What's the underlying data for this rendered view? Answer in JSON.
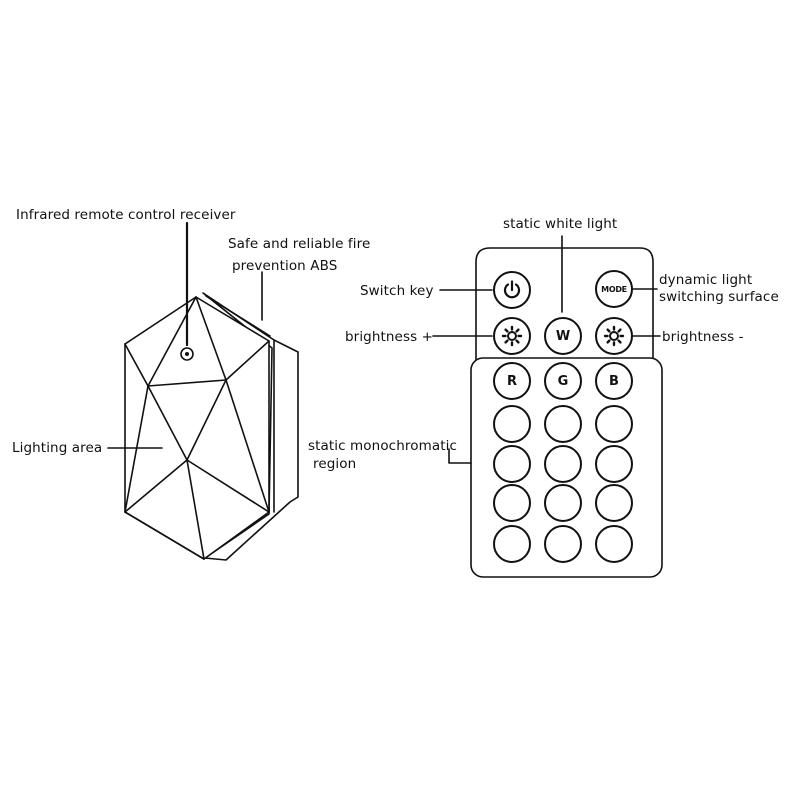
{
  "labels": {
    "ir_receiver": "Infrared remote control receiver",
    "abs_line1": "Safe and reliable fire",
    "abs_line2": "prevention ABS",
    "lighting_area": "Lighting area",
    "static_white": "static white light",
    "switch_key": "Switch key",
    "dynamic_line1": "dynamic light",
    "dynamic_line2": "switching surface",
    "brightness_plus": "brightness +",
    "brightness_minus": "brightness -",
    "mono_line1": "static monochromatic",
    "mono_line2": "region"
  },
  "remote": {
    "top_row": {
      "mode_label": "MODE"
    },
    "second_row": {
      "white_label": "W"
    },
    "rgb_row": [
      "R",
      "G",
      "B"
    ]
  },
  "icons": {
    "power": "power-icon",
    "brightness_up": "brightness-up-icon",
    "brightness_down": "brightness-down-icon"
  },
  "colors": {
    "ink": "#111111",
    "background": "#ffffff"
  }
}
